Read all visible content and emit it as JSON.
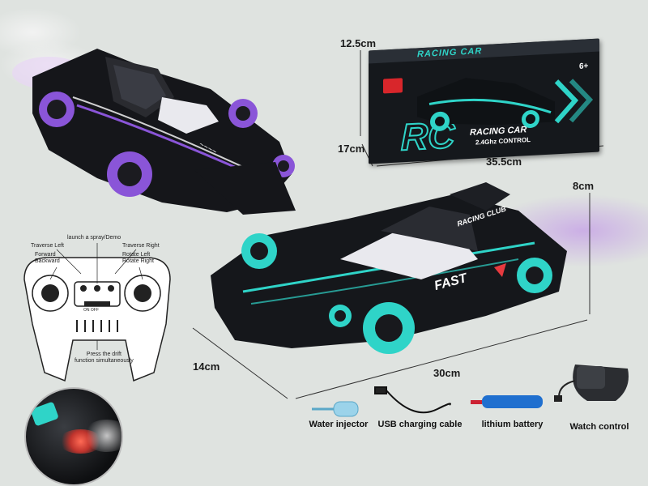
{
  "colors": {
    "background": "#dfe3e0",
    "teal_accent": "#2fd4c8",
    "purple_accent": "#8a55d8",
    "box_dark": "#15181c",
    "smoke": "#c9a9e6"
  },
  "box": {
    "brand_top": "RACING CAR",
    "big_letters": "RC",
    "title": "RACING CAR",
    "subtitle": "2.4Ghz CONTROL",
    "age": "6+",
    "dims": {
      "width": "35.5cm",
      "height": "12.5cm",
      "depth": "17cm"
    }
  },
  "car": {
    "livery_side": "FAST",
    "livery_top": "RACING CLUB",
    "dims": {
      "length": "30cm",
      "width": "14cm",
      "height": "8cm"
    }
  },
  "remote": {
    "labels": {
      "spray": "launch a spray/Demo",
      "traverse_left": "Traverse Left",
      "traverse_right": "Traverse Right",
      "forward_backward": "Forward\nBackward",
      "rotate": "Rotate Left\nRotate Right",
      "drift": "Press the drift\nfunction simultaneously"
    },
    "switch": "ON OFF"
  },
  "accessories": [
    {
      "name": "Water injector",
      "icon": "water-injector-icon"
    },
    {
      "name": "USB charging cable",
      "icon": "usb-cable-icon"
    },
    {
      "name": "lithium battery",
      "icon": "battery-icon"
    },
    {
      "name": "Watch control",
      "icon": "watch-control-icon"
    }
  ]
}
